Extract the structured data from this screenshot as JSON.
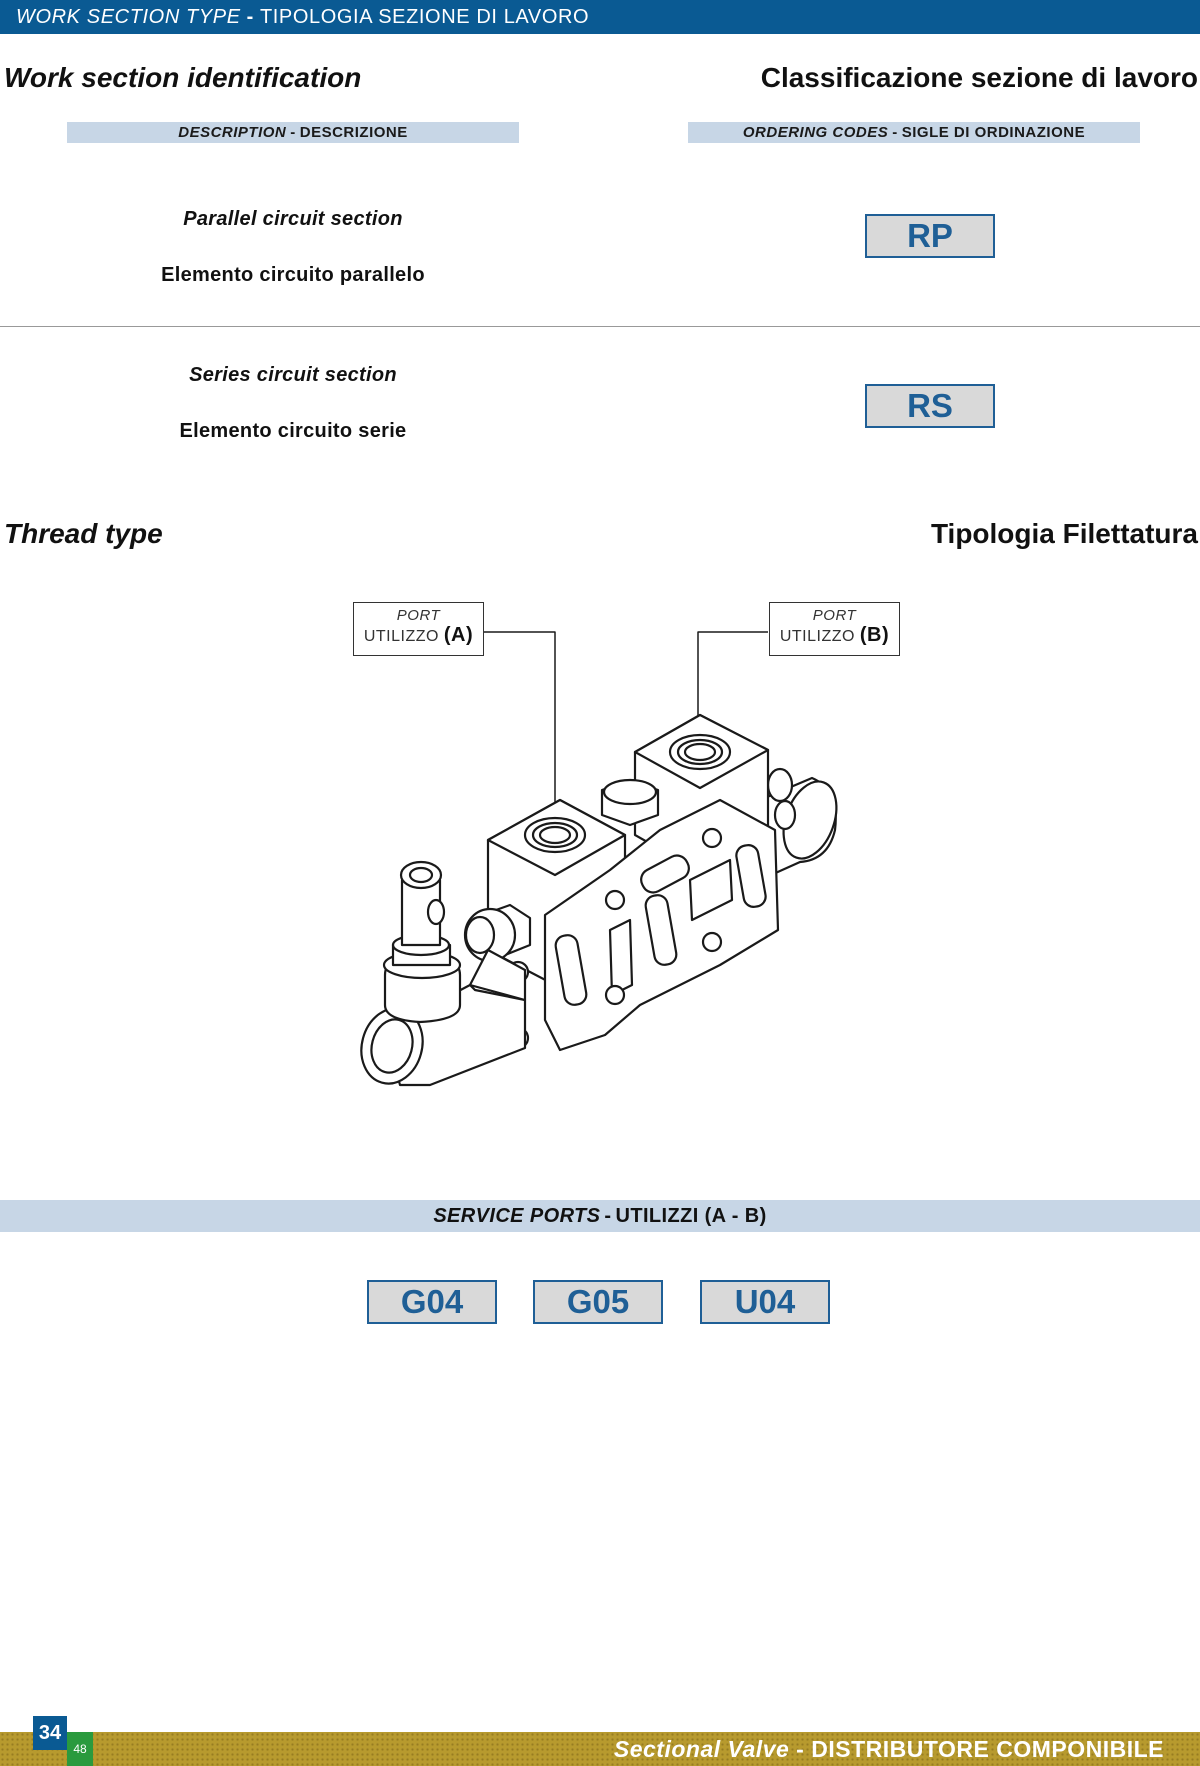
{
  "header": {
    "title_en": "WORK SECTION TYPE",
    "separator": "-",
    "title_it": "TIPOLOGIA SEZIONE DI LAVORO"
  },
  "identification": {
    "heading_en": "Work section identification",
    "heading_it": "Classificazione sezione di lavoro",
    "col_description_en": "DESCRIPTION",
    "col_description_it": "DESCRIZIONE",
    "col_codes_en": "ORDERING CODES",
    "col_codes_it": "SIGLE DI ORDINAZIONE",
    "rows": [
      {
        "desc_en": "Parallel circuit section",
        "desc_it": "Elemento circuito parallelo",
        "code": "RP"
      },
      {
        "desc_en": "Series circuit section",
        "desc_it": "Elemento circuito serie",
        "code": "RS"
      }
    ]
  },
  "thread": {
    "heading_en": "Thread type",
    "heading_it": "Tipologia Filettatura",
    "port_a": {
      "en": "PORT",
      "it": "UTILIZZO",
      "letter": "(A)"
    },
    "port_b": {
      "en": "PORT",
      "it": "UTILIZZO",
      "letter": "(B)"
    }
  },
  "service_ports": {
    "label_en": "SERVICE PORTS",
    "label_it": "UTILIZZI (A - B)",
    "codes": [
      "G04",
      "G05",
      "U04"
    ]
  },
  "footer": {
    "page_number": "34",
    "page_sub": "48",
    "title_en": "Sectional Valve",
    "title_it": "DISTRIBUTORE COMPONIBILE"
  },
  "colors": {
    "header_blue": "#0a5a93",
    "code_blue": "#1f5f96",
    "light_band": "#c7d6e6",
    "footer_gold": "#b79a2e",
    "page_green": "#2a9a3e"
  }
}
